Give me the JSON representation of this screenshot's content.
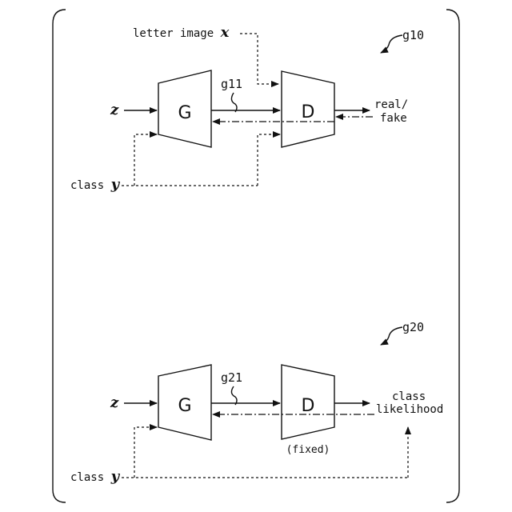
{
  "figure1": {
    "ref_label": "g10",
    "input_z": "z",
    "letter_image_text": "letter image ",
    "letter_image_var": "x",
    "generator_label": "G",
    "discriminator_label": "D",
    "link_label": "g11",
    "output_line1": "real/",
    "output_line2": "fake",
    "class_text": "class ",
    "class_var": "y"
  },
  "figure2": {
    "ref_label": "g20",
    "input_z": "z",
    "generator_label": "G",
    "discriminator_label": "D",
    "discriminator_note": "(fixed)",
    "link_label": "g21",
    "output_line1": "class",
    "output_line2": "likelihood",
    "class_text": "class ",
    "class_var": "y"
  }
}
